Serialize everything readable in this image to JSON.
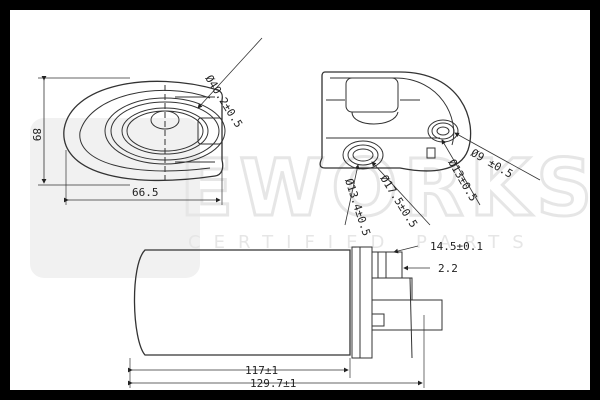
{
  "watermark": {
    "brand": "EWORKS",
    "tagline": "CERTIFIED PARTS"
  },
  "dimensions": {
    "front_height": "89",
    "front_width": "66.5",
    "front_diameter": "Ø40.2±0.5",
    "side_small_hole": "Ø9 ±0.5",
    "side_mid_hole": "Ø13±0.5",
    "side_large_hole": "Ø17.5±0.5",
    "side_bore": "Ø13.4±0.5",
    "bottom_flange": "14.5±0.1",
    "bottom_gap": "2.2",
    "bottom_body_length": "117±1",
    "bottom_total_length": "129.7±1"
  }
}
